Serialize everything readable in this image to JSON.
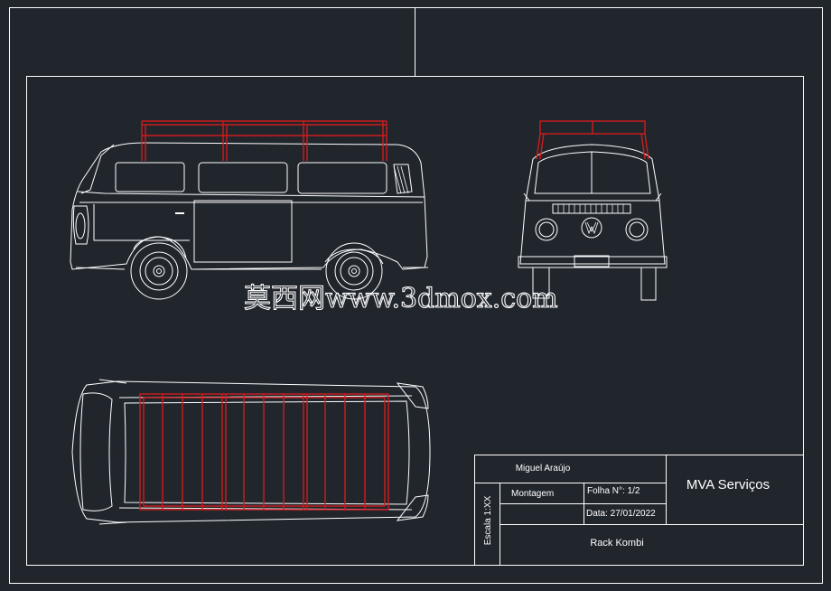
{
  "drawing": {
    "colors": {
      "background": "#21262d",
      "line": "#ffffff",
      "rack": "#d01c1c"
    },
    "title_block": {
      "designer": "Miguel Araújo",
      "stage": "Montagem",
      "sheet": "Folha N°: 1/2",
      "date": "Data: 27/01/2022",
      "company": "MVA Serviços",
      "scale": "Escala 1:XX",
      "title": "Rack Kombi"
    },
    "watermark": "莫西网www.3dmox.com"
  }
}
